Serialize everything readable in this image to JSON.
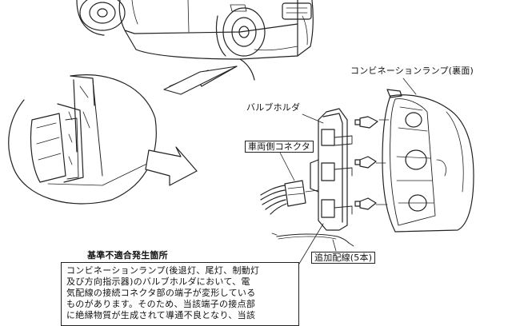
{
  "labels": {
    "combination_lamp_back": "コンビネーションランプ(裏面)",
    "bulb_holder": "バルブホルダ",
    "vehicle_connector": "車両側コネクタ",
    "additional_wiring": "追加配線(5本)",
    "defect_location_heading": "基準不適合発生箇所"
  },
  "description_lines": [
    "コンビネーションランプ(後退灯、尾灯、制動灯",
    "及び方向指示器)のバルブホルダにおいて、電",
    "気配線の接続コネクタ部の端子が変形している",
    "ものがあります。そのため、当該端子の接点部",
    "に絶縁物質が生成されて導通不良となり、当該"
  ]
}
